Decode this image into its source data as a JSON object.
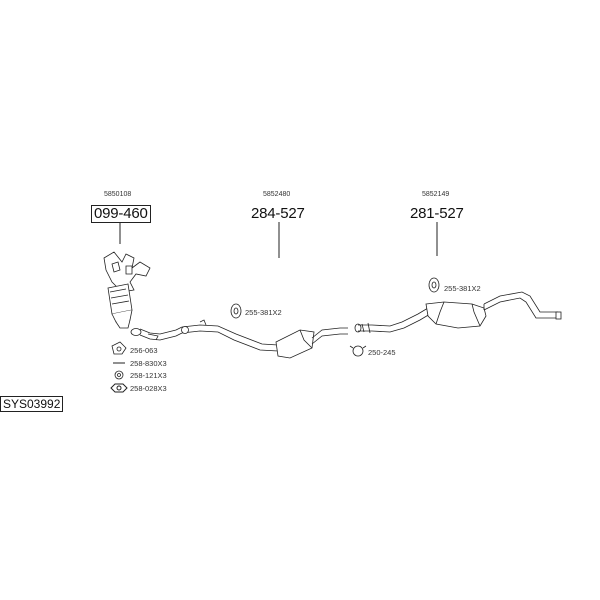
{
  "diagram_id": "SYS03992",
  "assemblies": [
    {
      "ref": "5850108",
      "part": "099-460"
    },
    {
      "ref": "5852480",
      "part": "284-527"
    },
    {
      "ref": "5852149",
      "part": "281-527"
    }
  ],
  "fittings": {
    "mount_front": "255-381X2",
    "mount_rear": "255-381X2",
    "clamp": "250-245"
  },
  "kit": [
    {
      "code": "256-063",
      "icon": "gasket-icon"
    },
    {
      "code": "258-830X3",
      "icon": "stud-bolt-icon"
    },
    {
      "code": "258-121X3",
      "icon": "washer-icon"
    },
    {
      "code": "258-028X3",
      "icon": "nut-icon"
    }
  ]
}
